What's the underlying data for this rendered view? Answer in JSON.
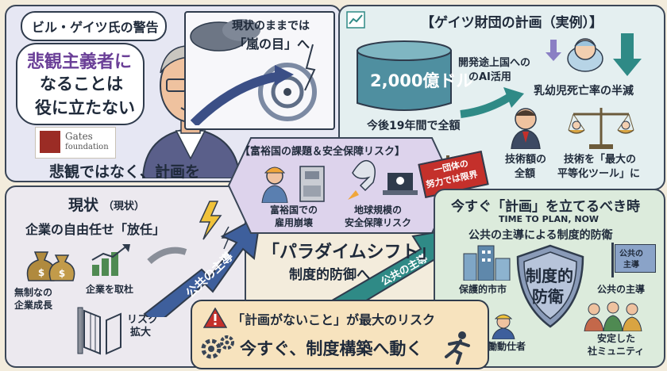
{
  "warning": {
    "title": "ビル・ゲイツ氏の警告",
    "quote_l1": "悲観主義者に",
    "quote_l2": "なることは",
    "quote_l3": "役に立たない",
    "storm_l1": "現状のままでは",
    "storm_l2": "「嵐の目」へ",
    "logo_l1": "Gates",
    "logo_l2": "foundation",
    "slogan": "悲観ではなく、計画を"
  },
  "foundation": {
    "title": "【ゲイツ財団の計画（実例）】",
    "amount": "2,000億ドル",
    "period": "今後19年間で全額",
    "ai": "開発途上国への",
    "ai2": "のAI活用",
    "mortality": "乳幼児死亡率の半減",
    "full_amount_l1": "技術額の",
    "full_amount_l2": "全額",
    "equalizer_l1": "技術を「最大の",
    "equalizer_l2": "平等化ツール」に"
  },
  "risks": {
    "title": "【富裕国の課題＆安全保障リスク】",
    "item1_l1": "富裕国での",
    "item1_l2": "雇用崩壊",
    "item2_l1": "地球規模の",
    "item2_l2": "安全保障リスク",
    "sign_l1": "一団体の",
    "sign_l2": "努力では限界"
  },
  "current": {
    "title": "現状",
    "title_sub": "（現状）",
    "subtitle": "企業の自由任せ「放任」",
    "unchecked_l1": "無制なの",
    "unchecked_l2": "企業成長",
    "corp_gain": "企業を取杜",
    "risk_l1": "リスク",
    "risk_l2": "拡大",
    "arrow_label": "公共の主導"
  },
  "paradigm": {
    "title": "「パラダイムシフト」",
    "subtitle": "制度的防御へ",
    "arrow_label": "公共の主導"
  },
  "plan": {
    "title": "今すぐ「計画」を立てるべき時",
    "en": "TIME TO PLAN, NOW",
    "subtitle": "公共の主導による制度的防衛",
    "shield_l1": "制度的",
    "shield_l2": "防衛",
    "city": "保護的市市",
    "public_lead": "公共の主導",
    "flag_l1": "公共の",
    "flag_l2": "主導",
    "workers": "働動仕者",
    "community_l1": "安定した",
    "community_l2": "社ミュニティ"
  },
  "bottom": {
    "risk_line": "「計画がないこと」が最大のリスク",
    "action": "今すぐ、制度構築へ動く"
  },
  "colors": {
    "navy": "#2f3b4c",
    "purple": "#6a3f97",
    "teal": "#2f8a86",
    "red": "#c4302b",
    "orange": "#f0a63a"
  }
}
